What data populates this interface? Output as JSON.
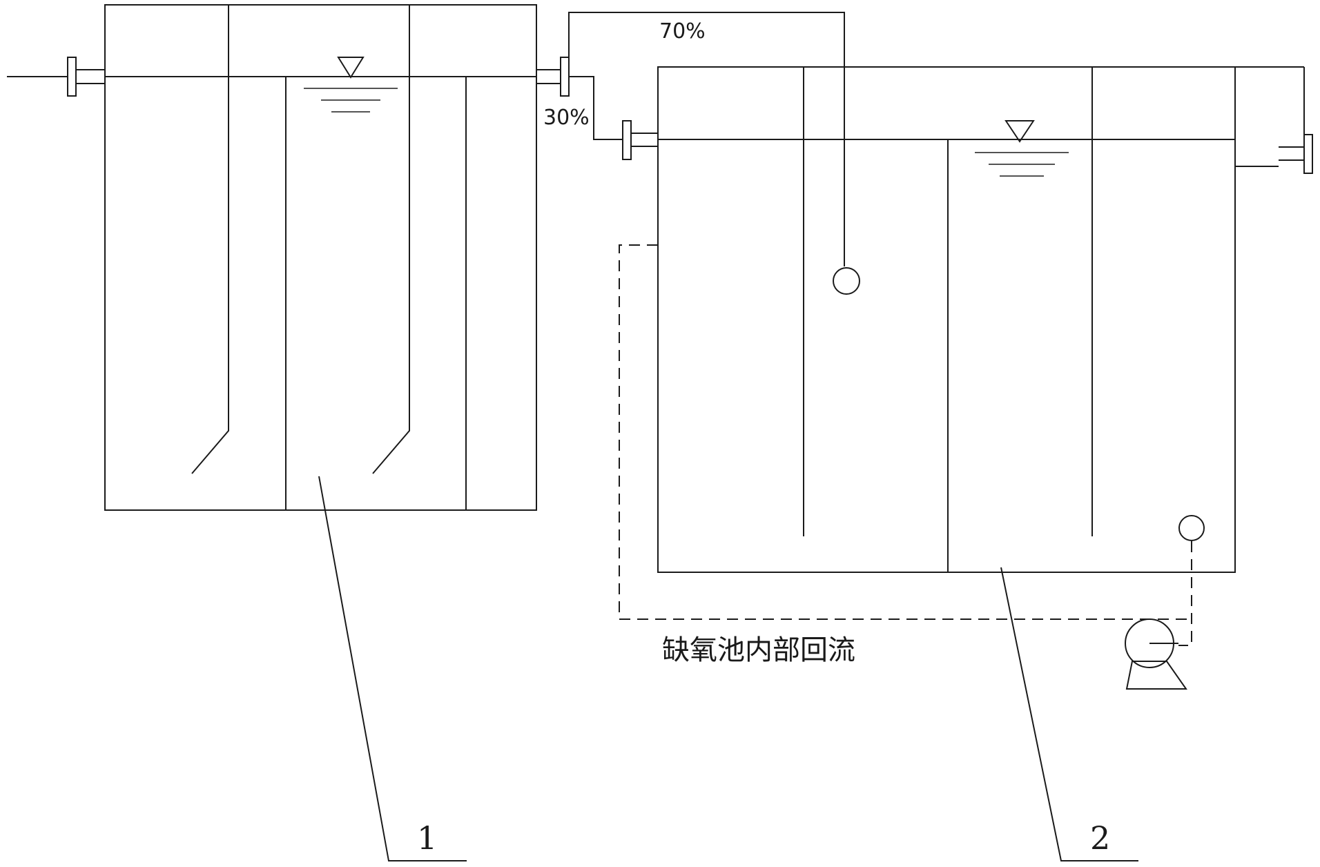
{
  "diagram": {
    "split_top_label": "70%",
    "split_bottom_label": "30%",
    "recirculation_label": "缺氧池内部回流",
    "tank1_number": "1",
    "tank2_number": "2"
  }
}
